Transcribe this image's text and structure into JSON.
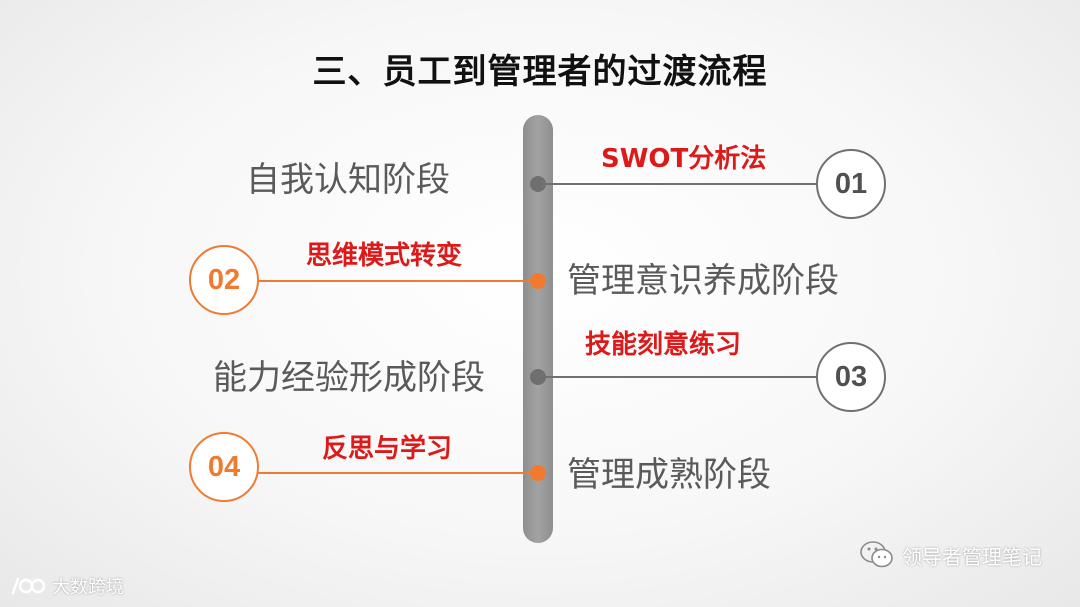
{
  "slide": {
    "title": "三、员工到管理者的过渡流程"
  },
  "stages": [
    {
      "number": "01",
      "stage": "自我认知阶段",
      "method": "SWOT分析法",
      "color": "gray"
    },
    {
      "number": "02",
      "stage": "管理意识养成阶段",
      "method": "思维模式转变",
      "color": "orange"
    },
    {
      "number": "03",
      "stage": "能力经验形成阶段",
      "method": "技能刻意练习",
      "color": "gray"
    },
    {
      "number": "04",
      "stage": "管理成熟阶段",
      "method": "反思与学习",
      "color": "orange"
    }
  ],
  "watermarks": {
    "wechat": "领导者管理笔记",
    "dsk": "大数跨境"
  },
  "colors": {
    "gray_accent": "#707070",
    "orange_accent": "#f07a30",
    "method_red": "#dd1a1a",
    "stage_text": "#5a5a5a"
  }
}
